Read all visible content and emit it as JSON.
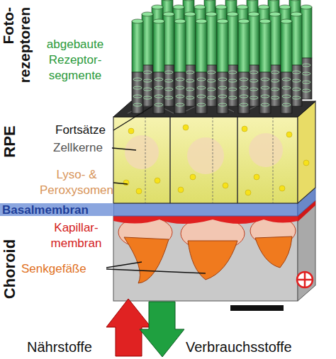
{
  "diagram": {
    "nodes": [
      {
        "text": [
          "Basalmembran"
        ]
      }
    ],
    "labels": [
      "Foto- rezeptoren",
      "abgebaute Rezeptor- segmente",
      "RPE",
      "Fortsätze",
      "Zellkerne",
      "Lyso- & Peroxysomen",
      "Choroid",
      "Kapillar- membran",
      "Senkgefäße",
      "Nährstoffe",
      "Verbrauchsstoffe"
    ]
  }
}
